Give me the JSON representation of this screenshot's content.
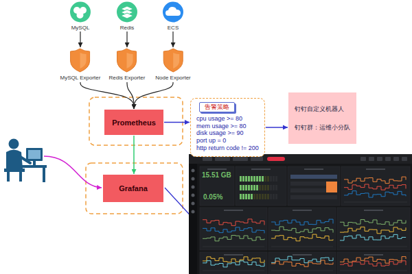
{
  "diagram": {
    "nodes": [
      {
        "text": [
          "MySQL"
        ]
      },
      {
        "text": [
          "Redis"
        ]
      },
      {
        "text": [
          "ECS"
        ]
      },
      {
        "text": [
          "MySQL Exporter"
        ]
      },
      {
        "text": [
          "Redis Exporter"
        ]
      },
      {
        "text": [
          "Node Exporter"
        ]
      },
      {
        "text": [
          "Prometheus"
        ]
      },
      {
        "text": [
          "告警策略",
          "cpu usage >= 80",
          "mem usage >= 80",
          "disk usage >= 90",
          "port up = 0",
          "http return code != 200"
        ]
      },
      {
        "text": [
          "钉钉自定义机器人",
          "钉钉群：运维小分队"
        ]
      },
      {
        "text": [
          "Grafana"
        ]
      }
    ],
    "edges": [
      {
        "from": 0,
        "to": 3,
        "arrow": "to"
      },
      {
        "from": 1,
        "to": 4,
        "arrow": "to"
      },
      {
        "from": 2,
        "to": 5,
        "arrow": "to"
      },
      {
        "from": 3,
        "to": 6,
        "arrow": "to"
      },
      {
        "from": 4,
        "to": 6,
        "arrow": "to"
      },
      {
        "from": 5,
        "to": 6,
        "arrow": "to"
      },
      {
        "from": 6,
        "to": 7,
        "arrow": "to"
      },
      {
        "from": 7,
        "to": 8,
        "arrow": "to"
      },
      {
        "from": 6,
        "to": 9,
        "arrow": "to"
      }
    ],
    "labels": [
      "15.51 GB",
      "0.05%"
    ]
  }
}
